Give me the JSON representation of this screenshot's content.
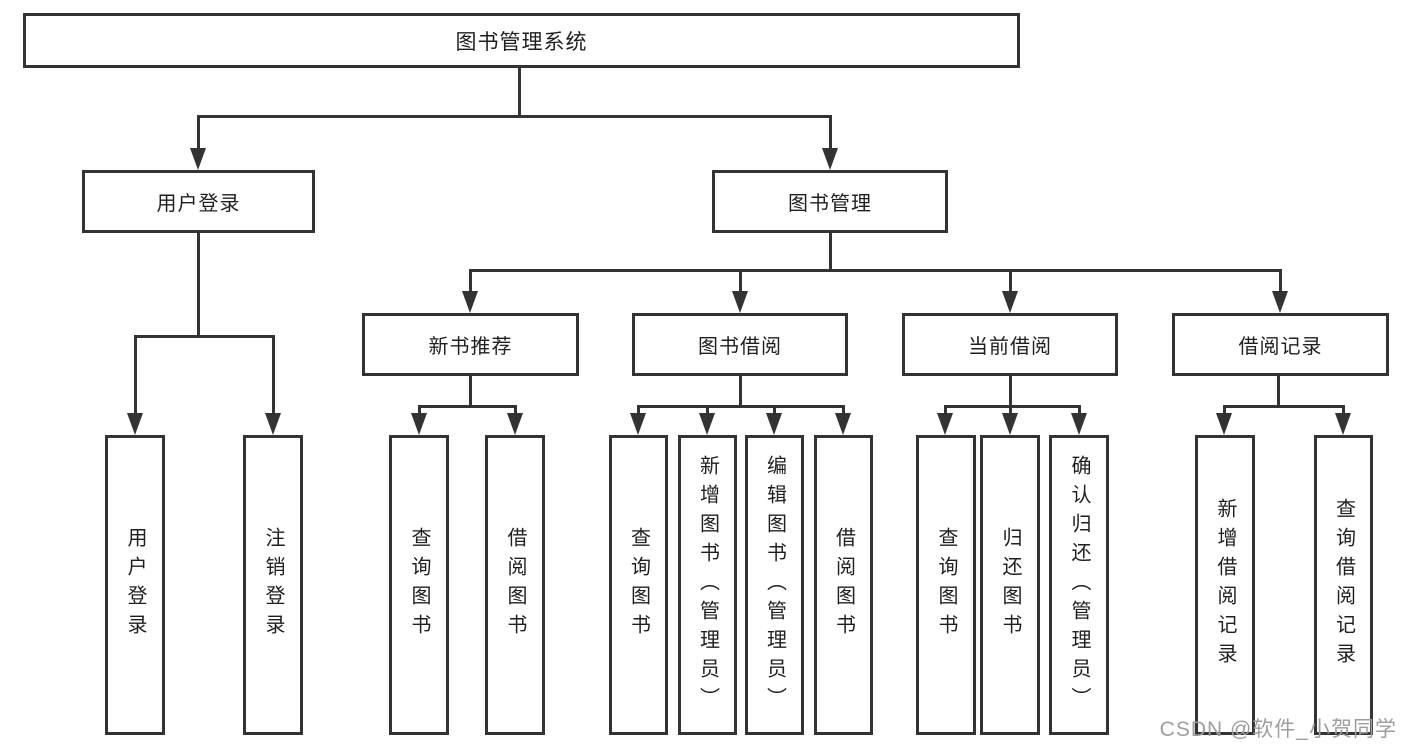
{
  "diagram": {
    "title": "图书管理系统",
    "line_color": "#333333",
    "text_color": "#1f1f1f",
    "background": "#ffffff",
    "root": {
      "label": "图书管理系统"
    },
    "user_login": {
      "label": "用户登录",
      "children": [
        {
          "label": "用户登录"
        },
        {
          "label": "注销登录"
        }
      ]
    },
    "book_mgmt": {
      "label": "图书管理",
      "groups": [
        {
          "label": "新书推荐",
          "children": [
            {
              "label": "查询图书"
            },
            {
              "label": "借阅图书"
            }
          ]
        },
        {
          "label": "图书借阅",
          "children": [
            {
              "label": "查询图书"
            },
            {
              "label": "新增图书（管理员）"
            },
            {
              "label": "编辑图书（管理员）"
            },
            {
              "label": "借阅图书"
            }
          ]
        },
        {
          "label": "当前借阅",
          "children": [
            {
              "label": "查询图书"
            },
            {
              "label": "归还图书"
            },
            {
              "label": "确认归还（管理员）"
            }
          ]
        },
        {
          "label": "借阅记录",
          "children": [
            {
              "label": "新增借阅记录"
            },
            {
              "label": "查询借阅记录"
            }
          ]
        }
      ]
    }
  },
  "watermark": {
    "text": "CSDN @软件_小贺同学",
    "color": "#9e9e9e"
  }
}
